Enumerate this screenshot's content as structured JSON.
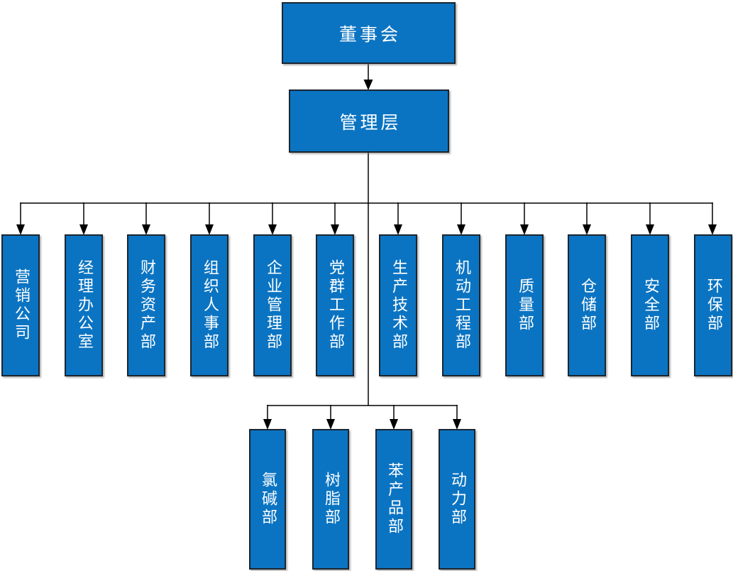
{
  "org": {
    "root": {
      "label": "董事会"
    },
    "management": {
      "label": "管理层"
    },
    "departments": [
      {
        "label": "营销公司"
      },
      {
        "label": "经理办公室"
      },
      {
        "label": "财务资产部"
      },
      {
        "label": "组织人事部"
      },
      {
        "label": "企业管理部"
      },
      {
        "label": "党群工作部"
      },
      {
        "label": "生产技术部"
      },
      {
        "label": "机动工程部"
      },
      {
        "label": "质量部"
      },
      {
        "label": "仓储部"
      },
      {
        "label": "安全部"
      },
      {
        "label": "环保部"
      }
    ],
    "production_units": [
      {
        "label": "氯碱部"
      },
      {
        "label": "树脂部"
      },
      {
        "label": "苯产品部"
      },
      {
        "label": "动力部"
      }
    ],
    "colors": {
      "box_fill": "#0b74c2",
      "box_border": "#1b2630",
      "text": "#ffffff",
      "connector": "#000000"
    }
  }
}
